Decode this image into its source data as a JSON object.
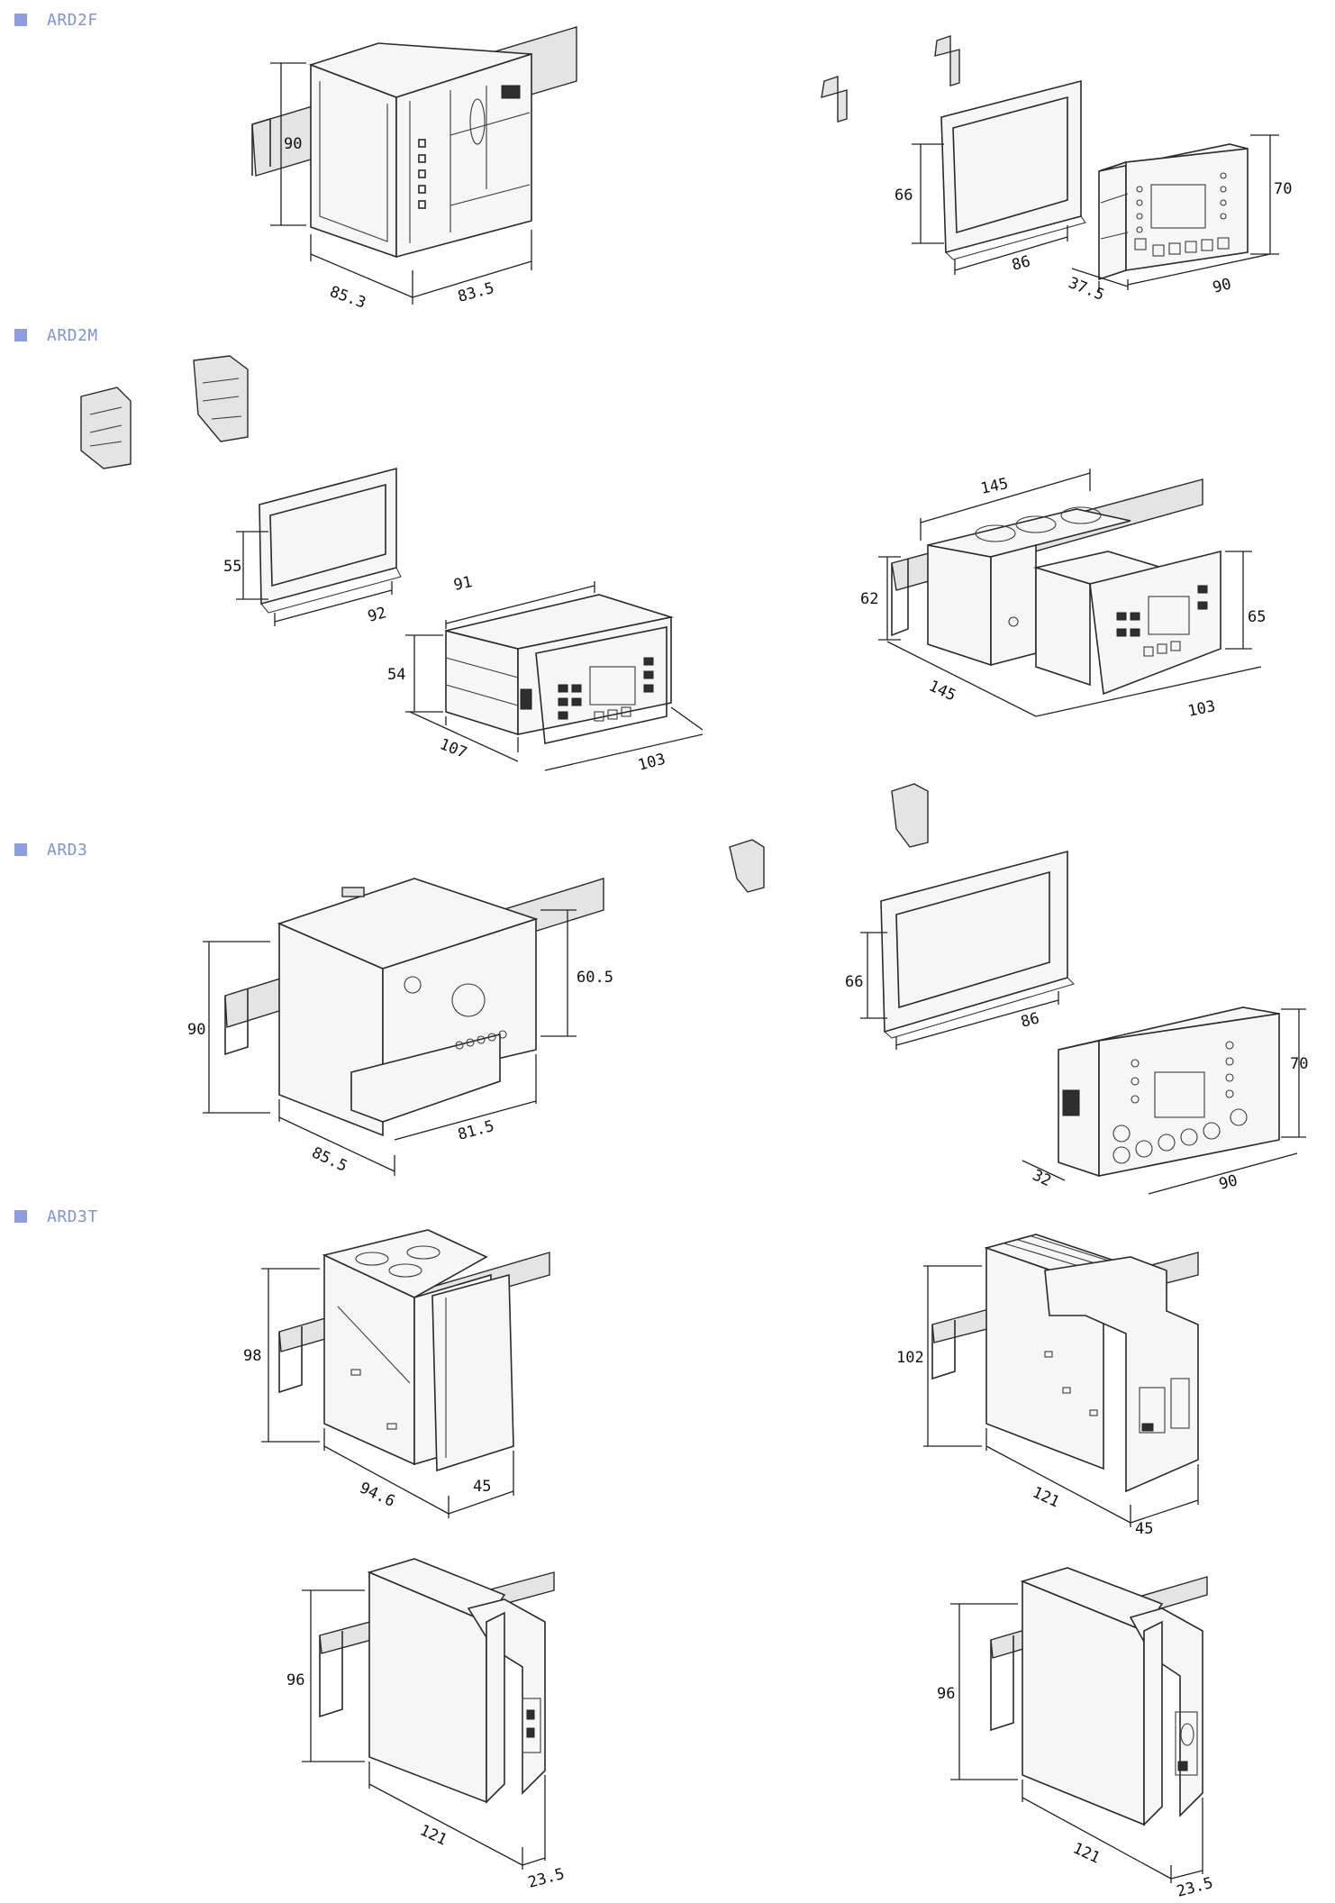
{
  "sections": [
    {
      "id": "ard2f",
      "label": "ARD2F"
    },
    {
      "id": "ard2m",
      "label": "ARD2M"
    },
    {
      "id": "ard3",
      "label": "ARD3"
    },
    {
      "id": "ard3t",
      "label": "ARD3T"
    }
  ],
  "dims": {
    "ard2f_main": {
      "h": "90",
      "d": "85.3",
      "w": "83.5"
    },
    "ard2f_panel": {
      "cut_h": "66",
      "cut_w": "86",
      "h": "70",
      "d": "37.5",
      "w": "90"
    },
    "ard2m_panel": {
      "cut_h": "55",
      "cut_w": "92",
      "top_w": "91",
      "h": "54",
      "d": "107",
      "w": "103"
    },
    "ard2m_rail": {
      "top": "145",
      "h": "62",
      "front_h": "65",
      "d": "145",
      "w": "103"
    },
    "ard3_main": {
      "h": "90",
      "right_h": "60.5",
      "d": "85.5",
      "w": "81.5"
    },
    "ard3_panel": {
      "cut_h": "66",
      "cut_w": "86",
      "h": "70",
      "d": "32",
      "w": "90"
    },
    "ard3t_a": {
      "h": "98",
      "d": "94.6",
      "w": "45"
    },
    "ard3t_b": {
      "h": "102",
      "d": "121",
      "w": "45"
    },
    "ard3t_c": {
      "h": "96",
      "d": "121",
      "w": "23.5"
    },
    "ard3t_d": {
      "h": "96",
      "d": "121",
      "w": "23.5"
    }
  }
}
